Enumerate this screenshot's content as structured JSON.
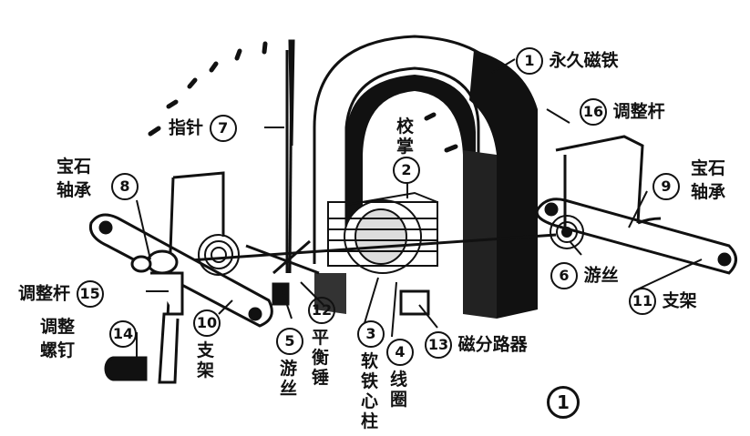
{
  "parts": [
    {
      "num": "1",
      "label": "永久磁铁"
    },
    {
      "num": "2",
      "label": "校掌"
    },
    {
      "num": "3",
      "label": "软铁心柱"
    },
    {
      "num": "4",
      "label": "线圈"
    },
    {
      "num": "5",
      "label": "游丝"
    },
    {
      "num": "6",
      "label": "游丝"
    },
    {
      "num": "7",
      "label": "指针"
    },
    {
      "num": "8",
      "label": "宝石轴承"
    },
    {
      "num": "9",
      "label": "宝石轴承"
    },
    {
      "num": "10",
      "label": "支架"
    },
    {
      "num": "11",
      "label": "支架"
    },
    {
      "num": "12",
      "label": "平衡锤"
    },
    {
      "num": "13",
      "label": "磁分路器"
    },
    {
      "num": "14",
      "label": "调整螺钉"
    },
    {
      "num": "15",
      "label": "调整杆"
    },
    {
      "num": "16",
      "label": "调整杆"
    }
  ],
  "figure_mark": "1"
}
